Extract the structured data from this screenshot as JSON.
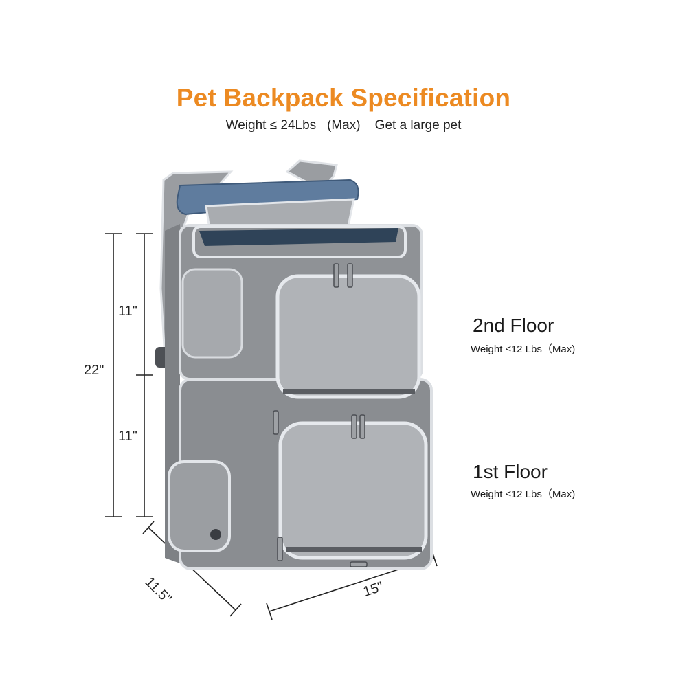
{
  "header": {
    "title": "Pet Backpack Specification",
    "subtitle": "Weight ≤ 24Lbs   (Max)    Get a large pet"
  },
  "floors": [
    {
      "label": "2nd Floor",
      "weight": "Weight ≤12 Lbs（Max)"
    },
    {
      "label": "1st Floor",
      "weight": "Weight ≤12 Lbs（Max)"
    }
  ],
  "dimensions": {
    "total_height": "22\"",
    "upper_height": "11\"",
    "lower_height": "11\"",
    "depth": "11.5\"",
    "width": "15\""
  },
  "colors": {
    "title": "#ec8a22",
    "fabric": "#8f9296",
    "fabric_dark": "#74777b",
    "trim": "#dcdfe3",
    "mesh": "#a9acb0",
    "roll_blue": "#5f7c9e"
  }
}
